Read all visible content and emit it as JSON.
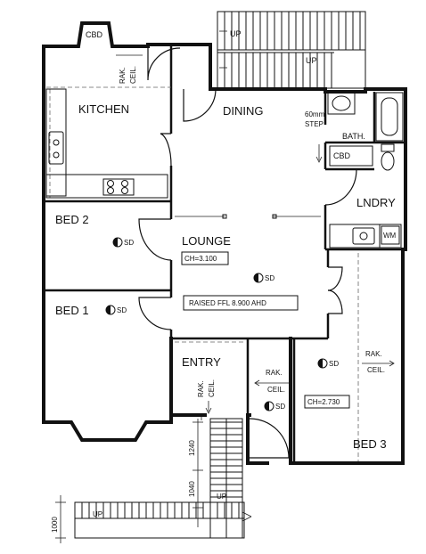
{
  "rooms": {
    "kitchen": "KITCHEN",
    "dining": "DINING",
    "bed2": "BED 2",
    "lounge": "LOUNGE",
    "bed1": "BED 1",
    "entry": "ENTRY",
    "bed3": "BED 3",
    "bath": "BATH.",
    "lndry": "LNDRY"
  },
  "fixtures": {
    "cbd": "CBD",
    "wm": "WM",
    "sd": "SD",
    "up": "UP"
  },
  "notes": {
    "rak": "RAK.",
    "ceil": "CEIL.",
    "step_top": "60mm",
    "step_bottom": "STEP",
    "ch_lounge": "CH=3.100",
    "ch_bed3": "CH=2.730",
    "raised_ffl": "RAISED FFL 8.900 AHD"
  },
  "dimensions": {
    "d1240": "1240",
    "d1040": "1040",
    "d1000": "1000"
  }
}
